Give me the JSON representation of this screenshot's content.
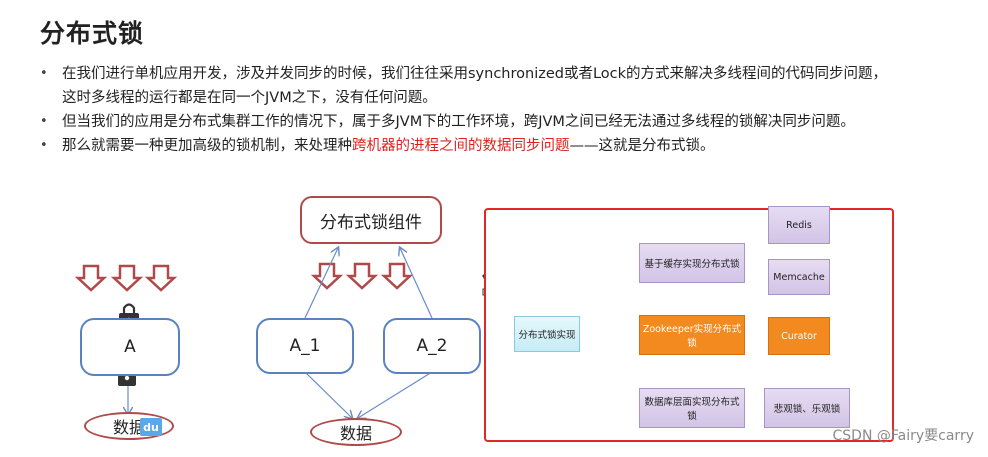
{
  "title": "分布式锁",
  "bullets": [
    {
      "line1": "在我们进行单机应用开发，涉及并发同步的时候，我们往往采用synchronized或者Lock的方式来解决多线程间的代码同步问题，",
      "line2": "这时多线程的运行都是在同一个JVM之下，没有任何问题。"
    },
    {
      "line1": "但当我们的应用是分布式集群工作的情况下，属于多JVM下的工作环境，跨JVM之间已经无法通过多线程的锁解决同步问题。"
    },
    {
      "pre": "那么就需要一种更加高级的锁机制，来处理种",
      "highlight": "跨机器的进程之间的数据同步问题",
      "post": "——这就是分布式锁。"
    }
  ],
  "diagram_left": {
    "server": "A",
    "data": "数据",
    "badge": "du"
  },
  "diagram_middle": {
    "component": "分布式锁组件",
    "server1": "A_1",
    "server2": "A_2",
    "data": "数据"
  },
  "diagram_right": {
    "root": "分布式锁实现",
    "branches": [
      "基于缓存实现分布式锁",
      "Zookeeper实现分布式锁",
      "数据库层面实现分布式锁"
    ],
    "redis": "Redis",
    "memcache": "Memcache",
    "curator": "Curator",
    "locks": "悲观锁、乐观锁"
  },
  "colors": {
    "accent_red": "#e02020",
    "blue_border": "#5b82c0",
    "brown_border": "#b04a4a",
    "orange": "#f28a1f"
  },
  "watermark": "CSDN @Fairy要carry"
}
